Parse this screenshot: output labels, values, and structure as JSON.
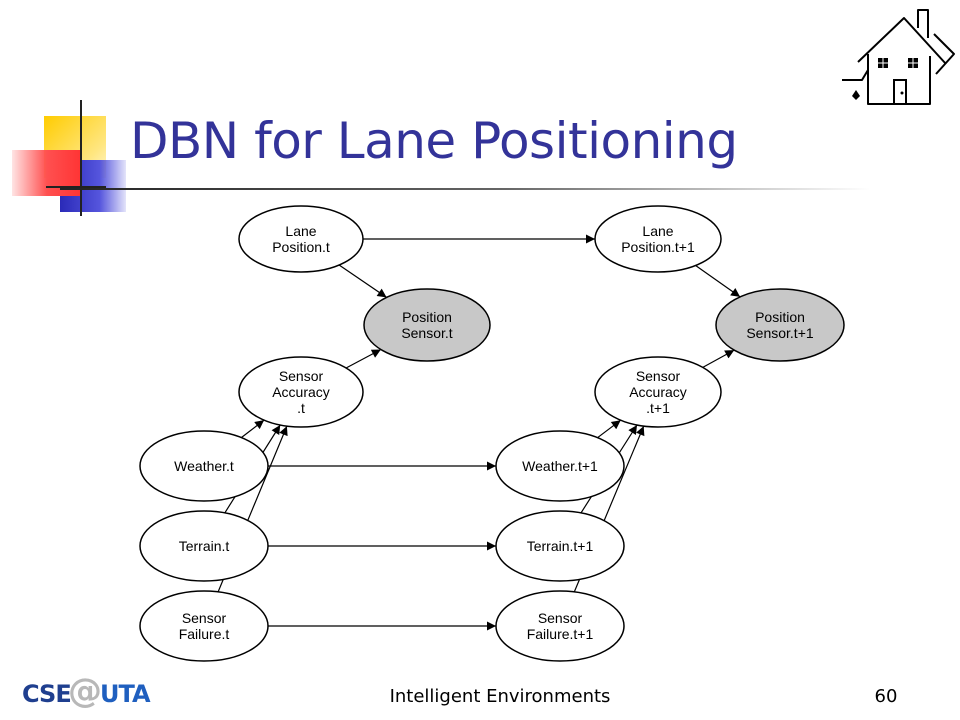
{
  "slide": {
    "title": "DBN for Lane Positioning",
    "footer": "Intelligent Environments",
    "page_number": "60"
  },
  "logo": {
    "part1": "CSE",
    "part2": "@",
    "part3": "UTA"
  },
  "colors": {
    "title": "#333399",
    "observed_node_fill": "#c8c8c8",
    "node_fill": "#ffffff",
    "deco_yellow": "#ffcc00",
    "deco_blue": "#3333cc",
    "deco_red": "#ff3333"
  },
  "diagram": {
    "nodes": [
      {
        "id": "lane_t",
        "lines": [
          "Lane",
          "Position.t"
        ],
        "observed": false
      },
      {
        "id": "pos_t",
        "lines": [
          "Position",
          "Sensor.t"
        ],
        "observed": true
      },
      {
        "id": "acc_t",
        "lines": [
          "Sensor",
          "Accuracy",
          ".t"
        ],
        "observed": false
      },
      {
        "id": "weather_t",
        "lines": [
          "Weather.t"
        ],
        "observed": false
      },
      {
        "id": "terrain_t",
        "lines": [
          "Terrain.t"
        ],
        "observed": false
      },
      {
        "id": "fail_t",
        "lines": [
          "Sensor",
          "Failure.t"
        ],
        "observed": false
      },
      {
        "id": "lane_t1",
        "lines": [
          "Lane",
          "Position.t+1"
        ],
        "observed": false
      },
      {
        "id": "pos_t1",
        "lines": [
          "Position",
          "Sensor.t+1"
        ],
        "observed": true
      },
      {
        "id": "acc_t1",
        "lines": [
          "Sensor",
          "Accuracy",
          ".t+1"
        ],
        "observed": false
      },
      {
        "id": "weather_t1",
        "lines": [
          "Weather.t+1"
        ],
        "observed": false
      },
      {
        "id": "terrain_t1",
        "lines": [
          "Terrain.t+1"
        ],
        "observed": false
      },
      {
        "id": "fail_t1",
        "lines": [
          "Sensor",
          "Failure.t+1"
        ],
        "observed": false
      }
    ],
    "edges": [
      {
        "from": "lane_t",
        "to": "pos_t"
      },
      {
        "from": "acc_t",
        "to": "pos_t"
      },
      {
        "from": "weather_t",
        "to": "acc_t"
      },
      {
        "from": "terrain_t",
        "to": "acc_t"
      },
      {
        "from": "fail_t",
        "to": "acc_t"
      },
      {
        "from": "lane_t",
        "to": "lane_t1"
      },
      {
        "from": "weather_t",
        "to": "weather_t1"
      },
      {
        "from": "terrain_t",
        "to": "terrain_t1"
      },
      {
        "from": "fail_t",
        "to": "fail_t1"
      },
      {
        "from": "lane_t1",
        "to": "pos_t1"
      },
      {
        "from": "acc_t1",
        "to": "pos_t1"
      },
      {
        "from": "weather_t1",
        "to": "acc_t1"
      },
      {
        "from": "terrain_t1",
        "to": "acc_t1"
      },
      {
        "from": "fail_t1",
        "to": "acc_t1"
      }
    ]
  }
}
